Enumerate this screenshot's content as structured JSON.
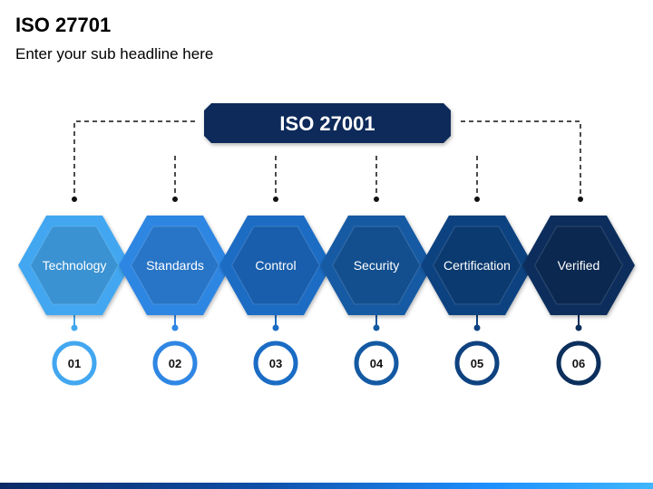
{
  "title": "ISO 27701",
  "subtitle": "Enter your sub headline here",
  "central_label": "ISO 27001",
  "colors": {
    "central_box": "#0b2a5a",
    "connector": "#111111"
  },
  "items": [
    {
      "label": "Technology",
      "number": "01",
      "color": "#43a7f0"
    },
    {
      "label": "Standards",
      "number": "02",
      "color": "#2f86e3"
    },
    {
      "label": "Control",
      "number": "03",
      "color": "#1a6cc4"
    },
    {
      "label": "Security",
      "number": "04",
      "color": "#145aa3"
    },
    {
      "label": "Certification",
      "number": "05",
      "color": "#0f4280"
    },
    {
      "label": "Verified",
      "number": "06",
      "color": "#0c2f5c"
    }
  ]
}
